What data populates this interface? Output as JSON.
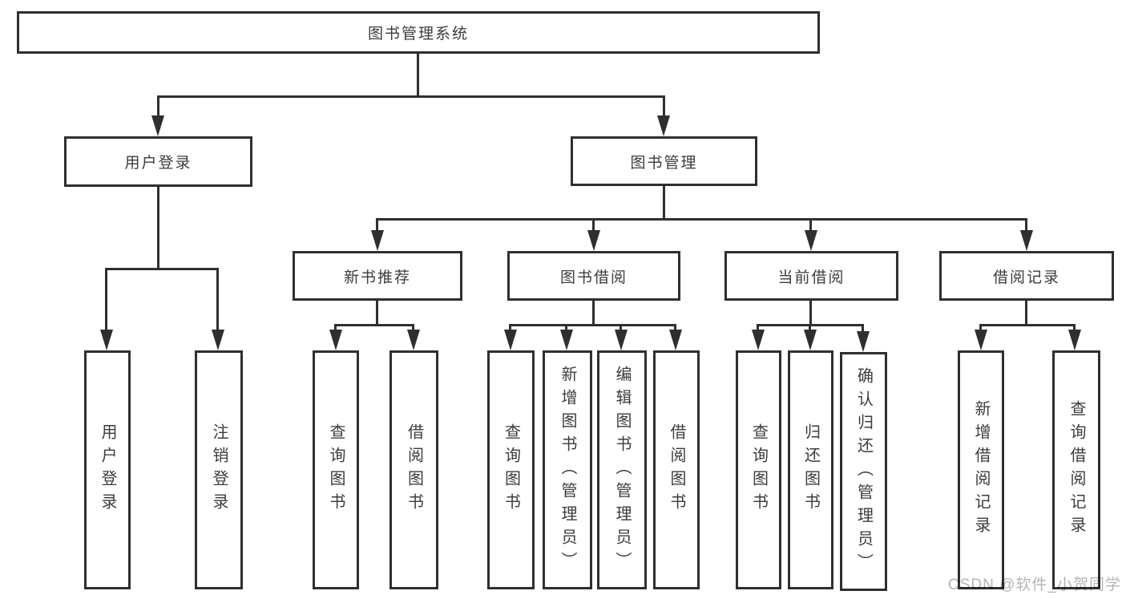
{
  "nodes": {
    "root": "图书管理系统",
    "user_login": "用户登录",
    "book_mgmt": "图书管理",
    "new_book_rec": "新书推荐",
    "book_borrow": "图书借阅",
    "current_borrow": "当前借阅",
    "borrow_records": "借阅记录",
    "leaf_user_login": "用户登录",
    "leaf_logout": "注销登录",
    "leaf_nbr_query": "查询图书",
    "leaf_nbr_borrow": "借阅图书",
    "leaf_bb_query": "查询图书",
    "leaf_bb_add": "新增图书（管理员）",
    "leaf_bb_edit": "编辑图书（管理员）",
    "leaf_bb_borrow": "借阅图书",
    "leaf_cb_query": "查询图书",
    "leaf_cb_return": "归还图书",
    "leaf_cb_confirm": "确认归还（管理员）",
    "leaf_br_add": "新增借阅记录",
    "leaf_br_query": "查询借阅记录"
  },
  "watermark": "CSDN @软件_小贺同学",
  "colors": {
    "line": "#2f2f2f",
    "text": "#3c3c3c",
    "watermark": "#b5b5b5",
    "background": "#ffffff"
  }
}
